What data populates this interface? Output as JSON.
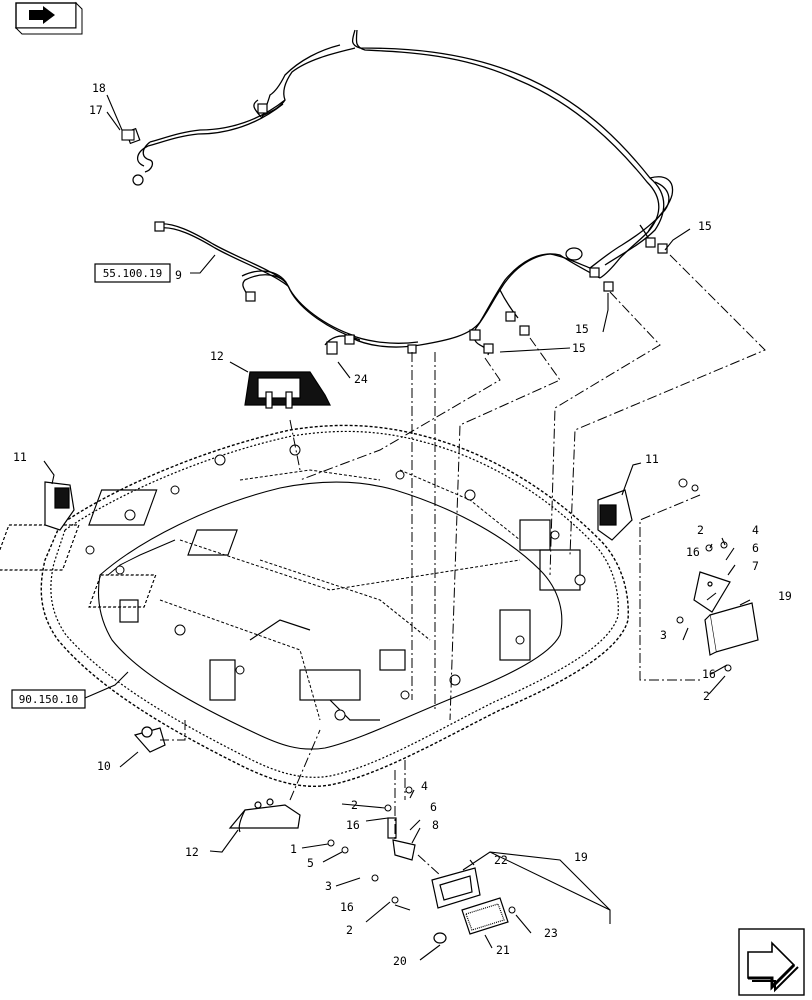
{
  "navigation": {
    "top_left_icon": "book-arrow-icon",
    "bottom_right_icon": "next-page-arrow-icon"
  },
  "references": {
    "harness": "55.100.19",
    "cab_roof": "90.150.10"
  },
  "callouts": {
    "c1": "1",
    "c2a": "2",
    "c2b": "2",
    "c2c": "2",
    "c2d": "2",
    "c3a": "3",
    "c3b": "3",
    "c4a": "4",
    "c4b": "4",
    "c5": "5",
    "c6a": "6",
    "c6b": "6",
    "c7": "7",
    "c8": "8",
    "c9": "9",
    "c10": "10",
    "c11a": "11",
    "c11b": "11",
    "c12a": "12",
    "c12b": "12",
    "c15a": "15",
    "c15b": "15",
    "c15c": "15",
    "c16a": "16",
    "c16b": "16",
    "c16c": "16",
    "c16d": "16",
    "c17": "17",
    "c18": "18",
    "c19a": "19",
    "c19b": "19",
    "c20": "20",
    "c21": "21",
    "c22": "22",
    "c23": "23",
    "c24": "24"
  }
}
